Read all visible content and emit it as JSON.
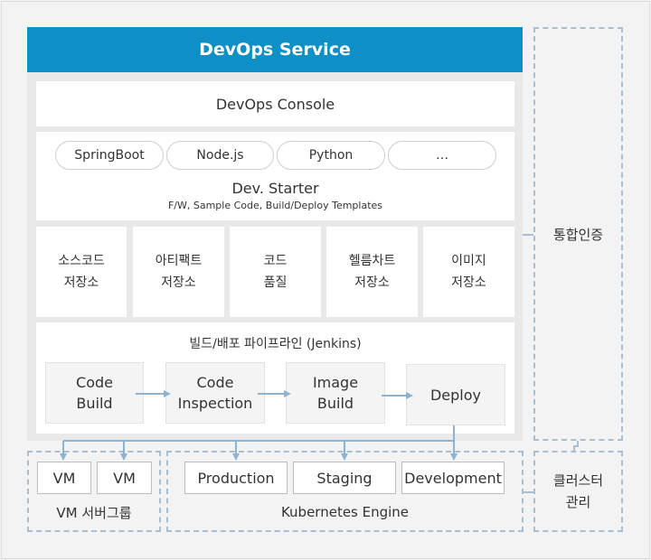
{
  "header": {
    "title": "DevOps Service"
  },
  "console": {
    "label": "DevOps Console"
  },
  "starter": {
    "frameworks": [
      "SpringBoot",
      "Node.js",
      "Python",
      "…"
    ],
    "title": "Dev. Starter",
    "subtitle": "F/W, Sample Code, Build/Deploy Templates"
  },
  "repos": [
    {
      "line1": "소스코드",
      "line2": "저장소"
    },
    {
      "line1": "아티팩트",
      "line2": "저장소"
    },
    {
      "line1": "코드",
      "line2": "품질"
    },
    {
      "line1": "헬름차트",
      "line2": "저장소"
    },
    {
      "line1": "이미지",
      "line2": "저장소"
    }
  ],
  "pipeline": {
    "title": "빌드/배포 파이프라인 (Jenkins)",
    "steps": [
      {
        "line1": "Code",
        "line2": "Build"
      },
      {
        "line1": "Code",
        "line2": "Inspection"
      },
      {
        "line1": "Image",
        "line2": "Build"
      },
      {
        "line1": "Deploy",
        "line2": ""
      }
    ]
  },
  "side": {
    "auth": "통합인증",
    "cluster_line1": "클러스터",
    "cluster_line2": "관리"
  },
  "vm_group": {
    "vms": [
      "VM",
      "VM"
    ],
    "label": "VM 서버그룹"
  },
  "kubernetes": {
    "envs": [
      "Production",
      "Staging",
      "Development"
    ],
    "label": "Kubernetes Engine"
  },
  "colors": {
    "accent": "#0e8fc5",
    "dashed_border": "#a9bfd1",
    "connector": "#8fb3cf"
  }
}
